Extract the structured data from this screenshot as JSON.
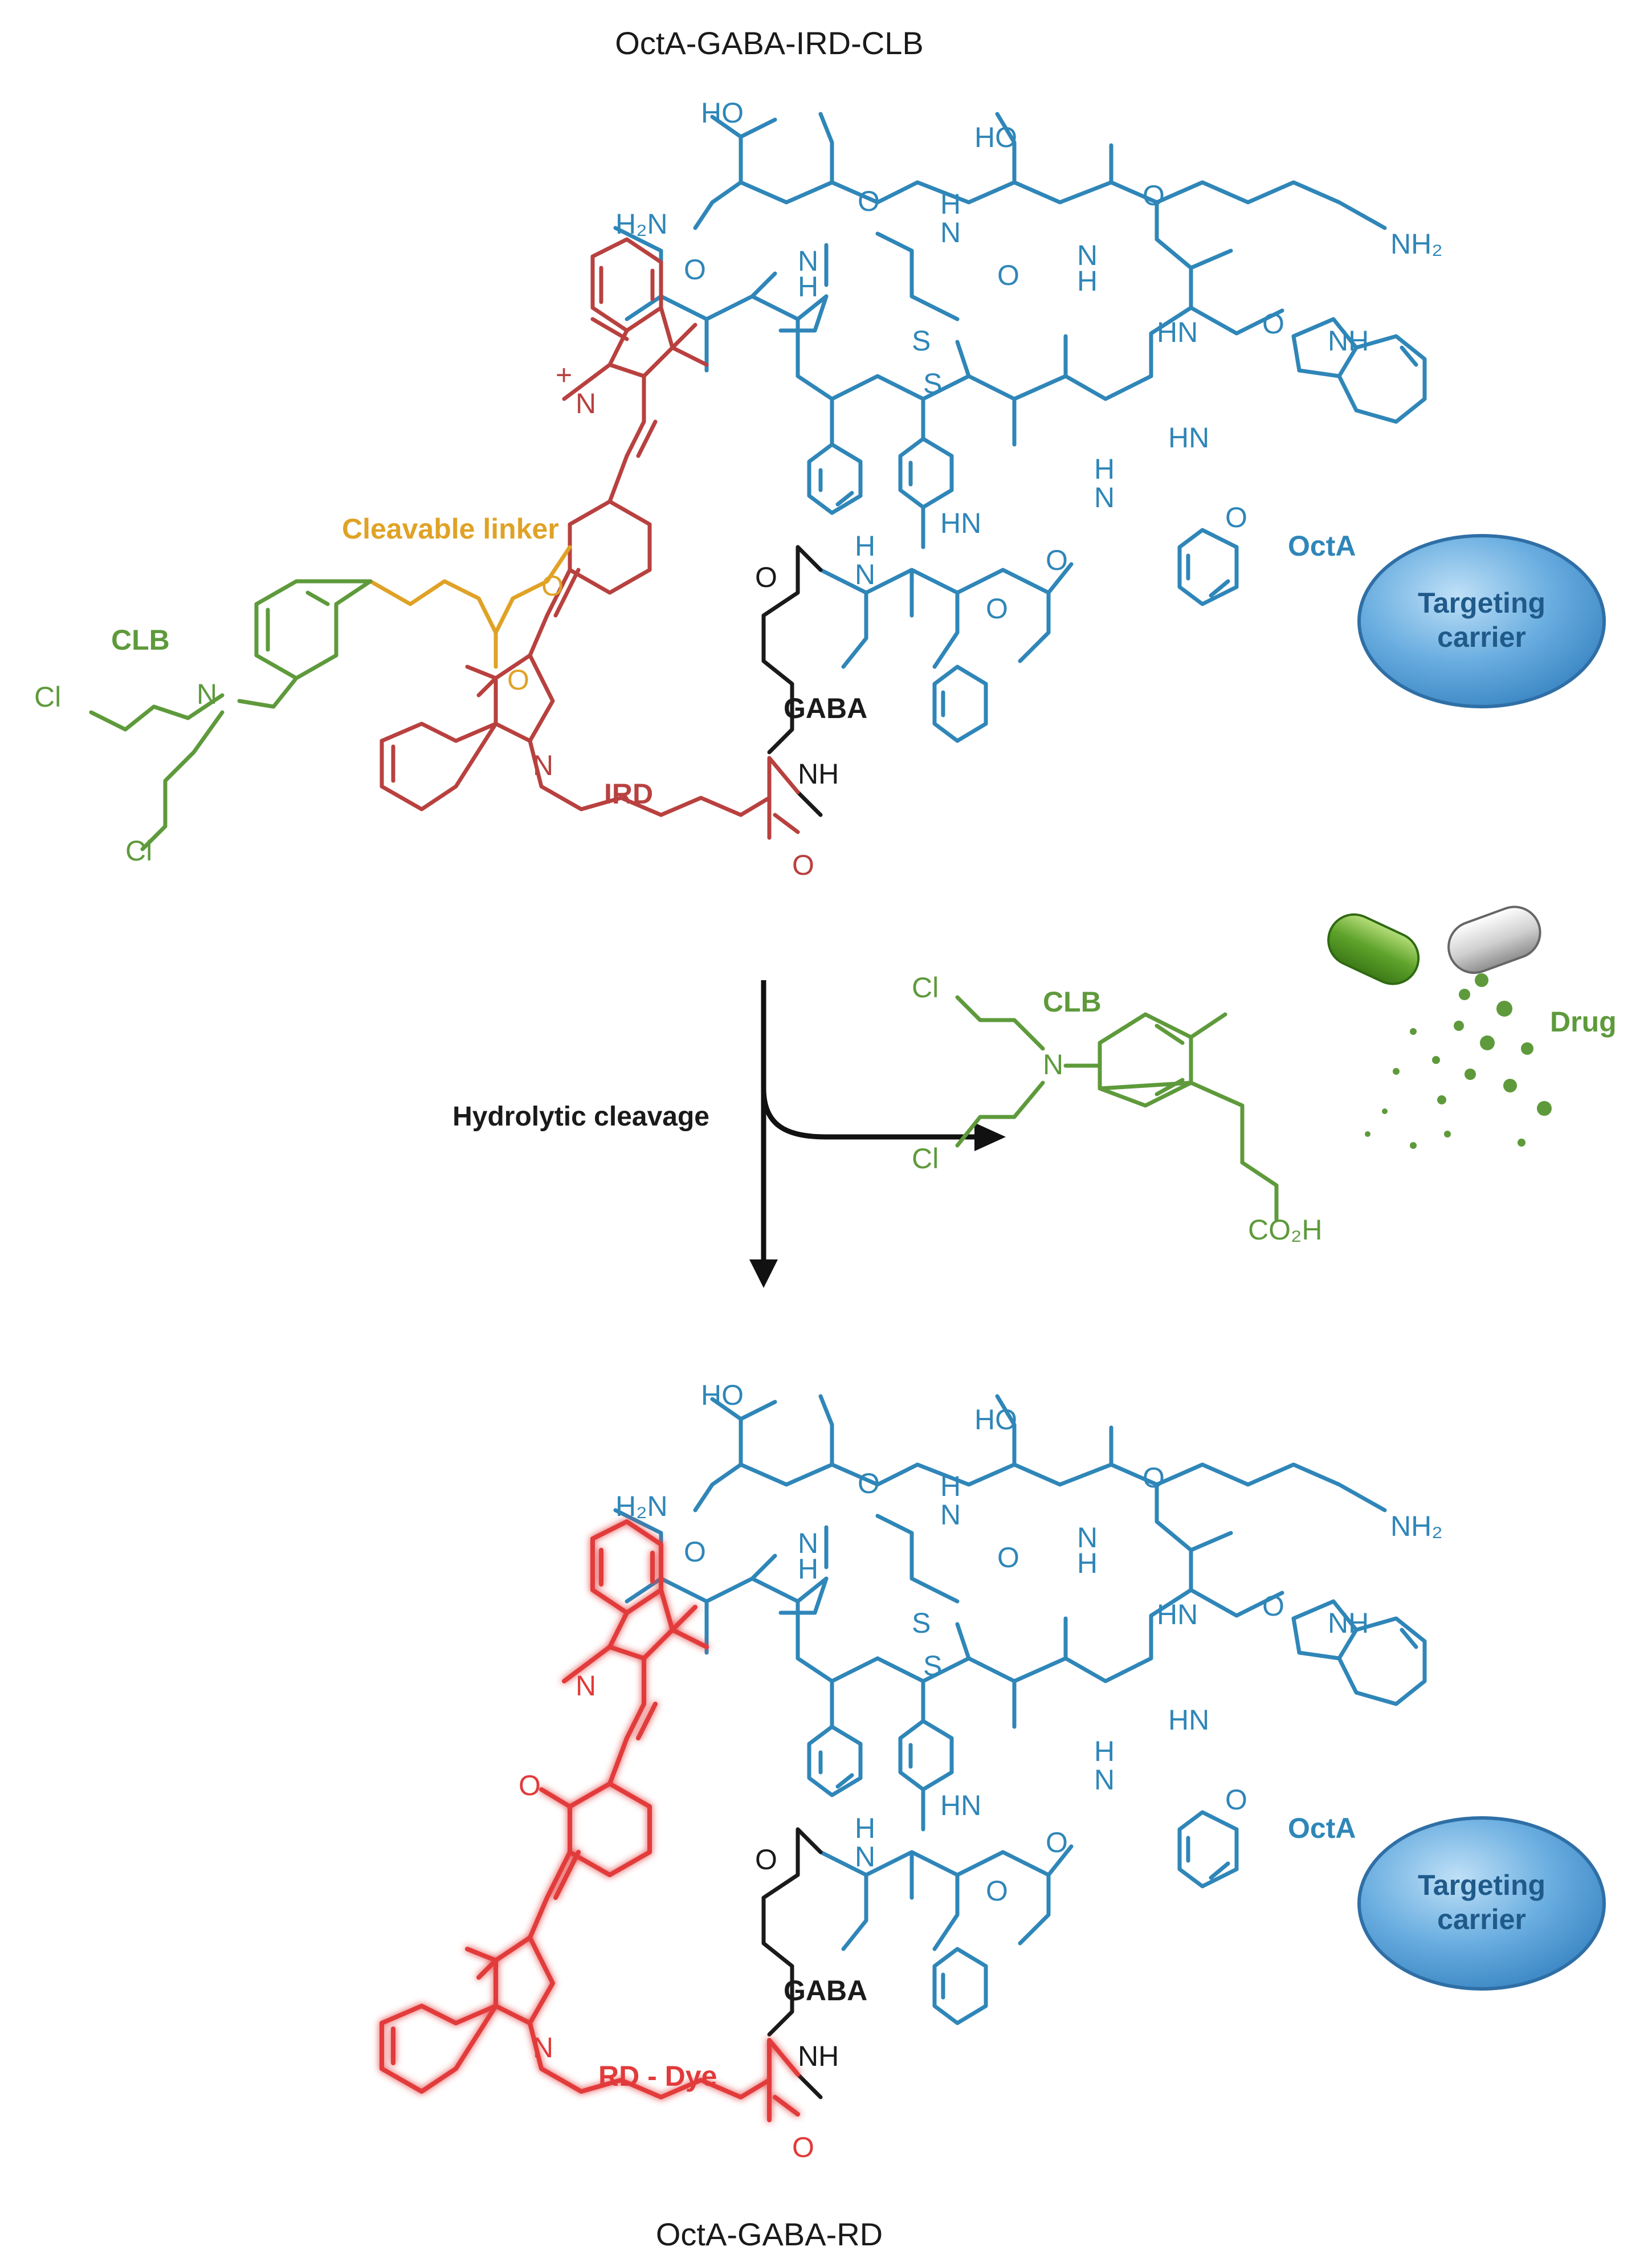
{
  "top_title": "OctA-GABA-IRD-CLB",
  "bottom_title": "OctA-GABA-RD",
  "labels": {
    "cleavable_linker": "Cleavable linker",
    "clb": "CLB",
    "ird": "IRD",
    "rd_dye": "RD - Dye",
    "gaba": "GABA",
    "octa": "OctA",
    "targeting_carrier_line1": "Targeting",
    "targeting_carrier_line2": "carrier",
    "drug": "Drug",
    "hydrolytic_cleavage": "Hydrolytic cleavage"
  },
  "atoms": {
    "ho": "HO",
    "h2n": "H₂N",
    "nh2": "NH₂",
    "nh": "NH",
    "hn": "HN",
    "n": "N",
    "h": "H",
    "o": "O",
    "s": "S",
    "cl": "Cl",
    "co2h": "CO₂H",
    "plus": "+"
  },
  "colors": {
    "peptide": "#2f86b8",
    "ird_dye": "#b8413f",
    "rd_dye": "#e23a3a",
    "clb_drug": "#5e9a3b",
    "linker": "#e0a226",
    "gaba": "#1a1a1a",
    "carrier_fill": "#6aaee0"
  }
}
